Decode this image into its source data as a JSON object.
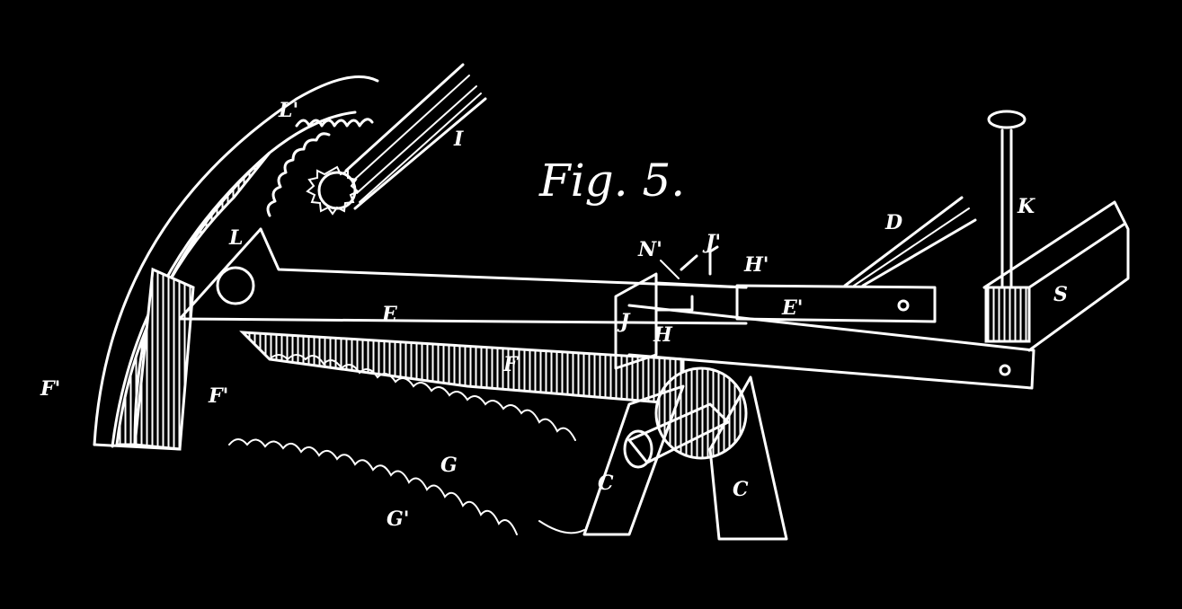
{
  "figure": {
    "title": "Fig. 5.",
    "labels": {
      "L1": "L'",
      "I": "I",
      "L": "L",
      "E": "E",
      "F1_left": "F'",
      "F1_lower": "F'",
      "F": "F",
      "G": "G",
      "G1": "G'",
      "C_left": "C",
      "C_right": "C",
      "D": "D",
      "K": "K",
      "S": "S",
      "E1": "E'",
      "N1": "N'",
      "J1": "J'",
      "H1": "H'",
      "H": "H",
      "J": "J"
    }
  },
  "colors": {
    "background": "#000000",
    "ink": "#ffffff"
  }
}
